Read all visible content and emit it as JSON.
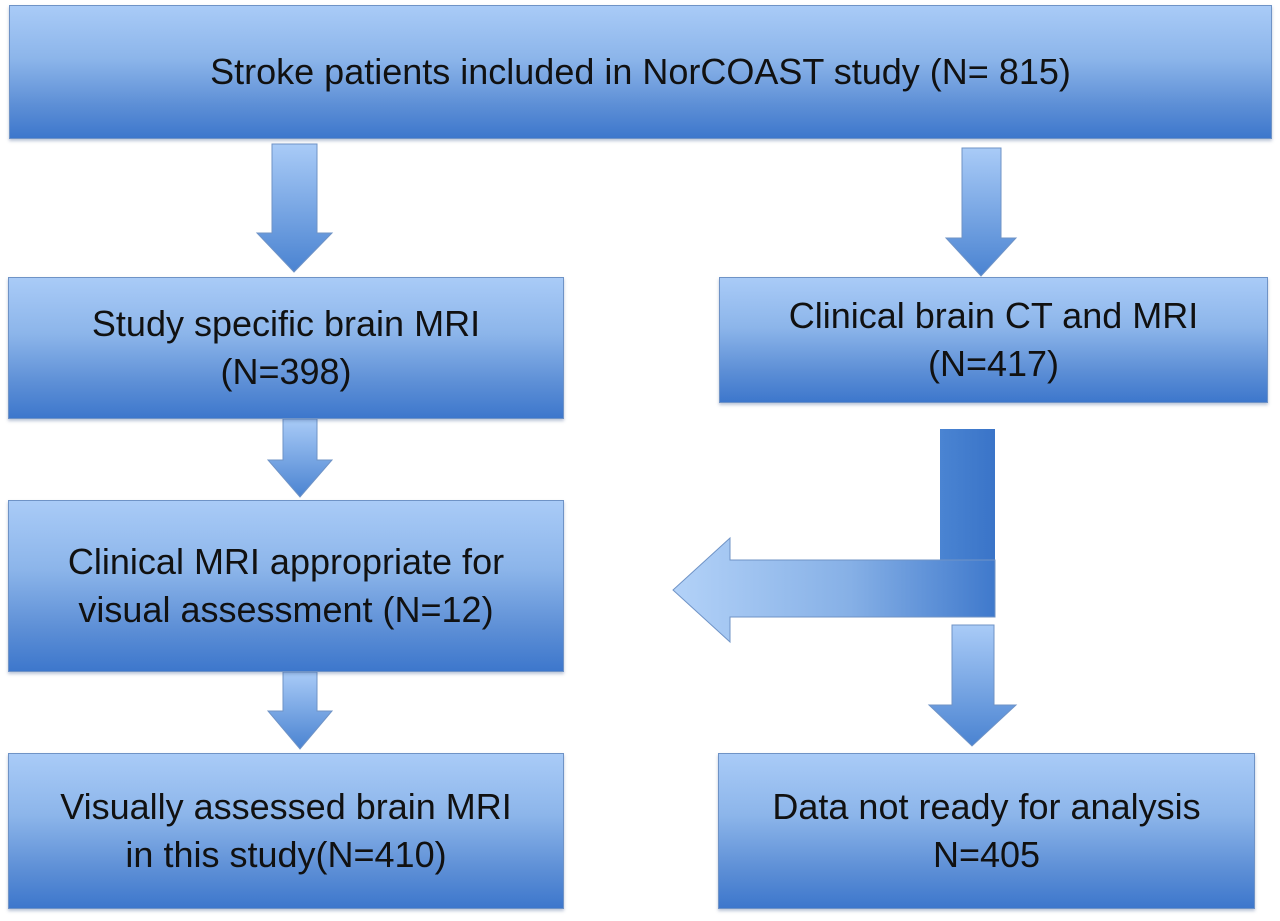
{
  "boxes": {
    "top": {
      "line1": "Stroke patients included in NorCOAST study (N= 815)"
    },
    "study_mri": {
      "line1": "Study specific brain MRI",
      "line2": "(N=398)"
    },
    "clinical_ct_mri": {
      "line1": "Clinical brain CT and MRI",
      "line2": "(N=417)"
    },
    "clinical_mri_appropriate": {
      "line1": "Clinical MRI appropriate for",
      "line2": "visual assessment (N=12)"
    },
    "visually_assessed": {
      "line1": "Visually assessed brain MRI",
      "line2": "in this study(N=410)"
    },
    "not_ready": {
      "line1": "Data not ready for analysis",
      "line2": "N=405"
    }
  },
  "colors": {
    "box_light": "#a9cbf7",
    "box_dark": "#3d77cc",
    "border": "#6f93c6",
    "arrow_light": "#9fc3f2",
    "arrow_dark": "#3f79cc"
  }
}
